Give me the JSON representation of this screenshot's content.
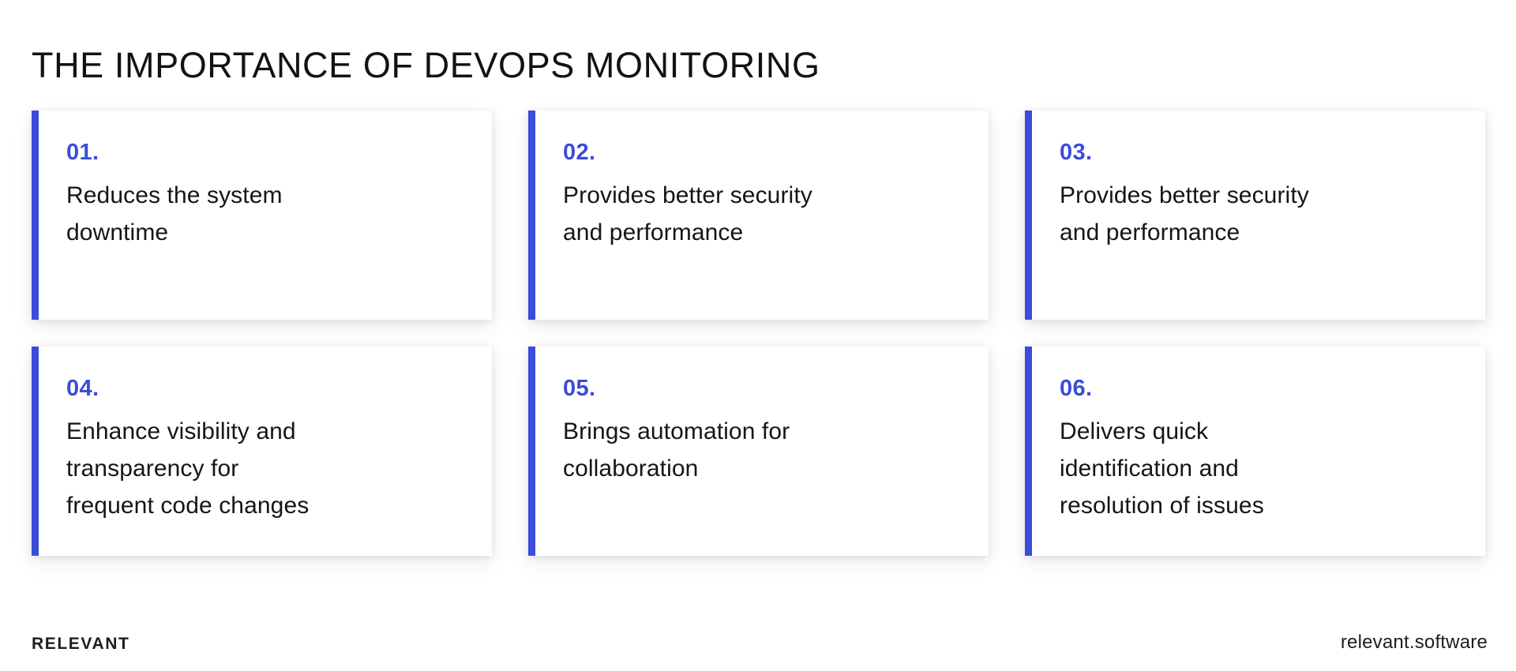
{
  "page_title": "THE IMPORTANCE OF DEVOPS MONITORING",
  "theme": {
    "accent_color": "#3B4CD8",
    "text_color": "#141518",
    "background_color": "#FFFFFF"
  },
  "cards": [
    {
      "number": "01.",
      "text": "Reduces the system\ndowntime"
    },
    {
      "number": "02.",
      "text": "Provides better security\nand performance"
    },
    {
      "number": "03.",
      "text": "Provides better security\nand performance"
    },
    {
      "number": "04.",
      "text": "Enhance visibility and\ntransparency for\nfrequent code changes"
    },
    {
      "number": "05.",
      "text": "Brings automation for\ncollaboration"
    },
    {
      "number": "06.",
      "text": "Delivers quick\nidentification and\nresolution of issues"
    }
  ],
  "footer": {
    "logo": "RELEVANT",
    "url": "relevant.software"
  }
}
